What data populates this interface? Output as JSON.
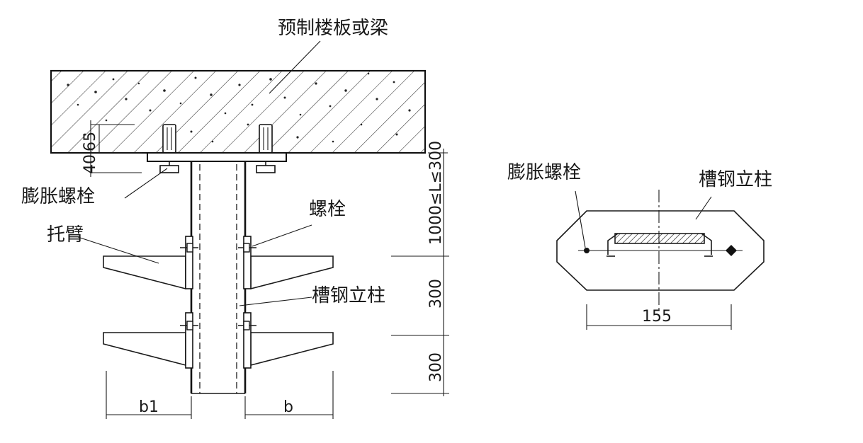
{
  "labels": {
    "slab": "预制楼板或梁",
    "expansion_bolt_left": "膨胀螺栓",
    "bracket": "托臂",
    "bolt": "螺栓",
    "channel_column_left": "槽钢立柱",
    "expansion_bolt_right": "膨胀螺栓",
    "channel_column_right": "槽钢立柱"
  },
  "dimensions": {
    "d_40": "40",
    "d_65": "65",
    "d_1000": "1000≤L≤300",
    "d_300_a": "300",
    "d_300_b": "300",
    "d_b1": "b1",
    "d_b": "b",
    "d_155": "155"
  }
}
